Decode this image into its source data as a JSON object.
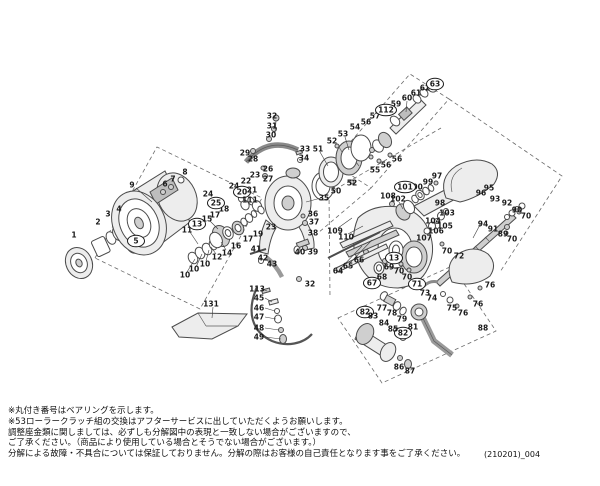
{
  "colors": {
    "background": "#ffffff",
    "line": "#4b4b4b",
    "label": "#1b1b1b"
  },
  "footer": {
    "notes": [
      "※丸付き番号はベアリングを示します。",
      "※53ローラークラッチ組の交換はアフターサービスに出していただくようお願いします。",
      "調整座金類に関しましては、必ずしも分解図中の表現と一致しない場合がございますので、",
      "ご了承ください。（商品により使用している場合とそうでない場合がございます。）",
      "分解による故障・不具合については保証しておりません。分解の際はお客様の自己責任となります事をご了承ください。"
    ],
    "code": "(210201)_004"
  },
  "diagram": {
    "bearing_legend": "circled numbers are bearings",
    "labels": [
      [
        "1",
        74,
        235,
        0
      ],
      [
        "2",
        98,
        222,
        0
      ],
      [
        "3",
        108,
        214,
        0
      ],
      [
        "4",
        119,
        209,
        0
      ],
      [
        "5",
        136,
        241,
        1
      ],
      [
        "6",
        165,
        184,
        0
      ],
      [
        "7",
        173,
        179,
        0
      ],
      [
        "8",
        185,
        172,
        0
      ],
      [
        "9",
        132,
        185,
        0
      ],
      [
        "10",
        185,
        275,
        0
      ],
      [
        "10",
        194,
        269,
        0
      ],
      [
        "10",
        205,
        264,
        0
      ],
      [
        "11",
        187,
        230,
        0
      ],
      [
        "12",
        217,
        257,
        0
      ],
      [
        "13",
        197,
        224,
        1
      ],
      [
        "14",
        227,
        253,
        0
      ],
      [
        "15",
        207,
        219,
        0
      ],
      [
        "16",
        236,
        246,
        0
      ],
      [
        "17",
        215,
        215,
        0
      ],
      [
        "17",
        248,
        239,
        0
      ],
      [
        "18",
        224,
        209,
        0
      ],
      [
        "19",
        258,
        234,
        0
      ],
      [
        "20",
        242,
        192,
        1
      ],
      [
        "21",
        252,
        190,
        0
      ],
      [
        "22",
        246,
        181,
        0
      ],
      [
        "23",
        255,
        175,
        0
      ],
      [
        "23",
        271,
        227,
        0
      ],
      [
        "24",
        208,
        194,
        0
      ],
      [
        "24",
        234,
        186,
        0
      ],
      [
        "25",
        216,
        203,
        1
      ],
      [
        "26",
        268,
        169,
        0
      ],
      [
        "27",
        268,
        179,
        0
      ],
      [
        "28",
        253,
        159,
        0
      ],
      [
        "29",
        245,
        153,
        0
      ],
      [
        "30",
        271,
        135,
        0
      ],
      [
        "31",
        272,
        126,
        0
      ],
      [
        "32",
        272,
        116,
        0
      ],
      [
        "32",
        310,
        284,
        0
      ],
      [
        "33",
        305,
        149,
        0
      ],
      [
        "34",
        304,
        158,
        0
      ],
      [
        "35",
        324,
        198,
        0
      ],
      [
        "36",
        313,
        214,
        0
      ],
      [
        "37",
        314,
        222,
        0
      ],
      [
        "38",
        313,
        233,
        0
      ],
      [
        "39",
        313,
        252,
        0
      ],
      [
        "40",
        300,
        252,
        0
      ],
      [
        "41",
        256,
        249,
        0
      ],
      [
        "42",
        263,
        258,
        0
      ],
      [
        "43",
        272,
        264,
        0
      ],
      [
        "45",
        259,
        298,
        0
      ],
      [
        "46",
        259,
        308,
        0
      ],
      [
        "47",
        259,
        317,
        0
      ],
      [
        "48",
        259,
        328,
        0
      ],
      [
        "49",
        259,
        337,
        0
      ],
      [
        "50",
        336,
        191,
        0
      ],
      [
        "51",
        318,
        149,
        0
      ],
      [
        "52",
        332,
        141,
        0
      ],
      [
        "52",
        352,
        183,
        0
      ],
      [
        "53",
        343,
        134,
        0
      ],
      [
        "54",
        355,
        127,
        0
      ],
      [
        "55",
        375,
        170,
        0
      ],
      [
        "56",
        366,
        122,
        0
      ],
      [
        "56",
        386,
        165,
        0
      ],
      [
        "56",
        397,
        159,
        0
      ],
      [
        "57",
        375,
        116,
        0
      ],
      [
        "59",
        396,
        104,
        0
      ],
      [
        "60",
        407,
        98,
        0
      ],
      [
        "61",
        416,
        93,
        0
      ],
      [
        "62",
        425,
        88,
        0
      ],
      [
        "63",
        435,
        84,
        1
      ],
      [
        "64",
        338,
        271,
        0
      ],
      [
        "65",
        348,
        266,
        0
      ],
      [
        "66",
        359,
        260,
        0
      ],
      [
        "67",
        372,
        283,
        1
      ],
      [
        "68",
        382,
        277,
        0
      ],
      [
        "69",
        389,
        267,
        0
      ],
      [
        "13",
        394,
        258,
        1
      ],
      [
        "70",
        399,
        271,
        0
      ],
      [
        "70",
        407,
        277,
        0
      ],
      [
        "70",
        447,
        251,
        0
      ],
      [
        "70",
        526,
        216,
        0
      ],
      [
        "70",
        512,
        239,
        0
      ],
      [
        "71",
        417,
        284,
        1
      ],
      [
        "72",
        459,
        256,
        0
      ],
      [
        "73",
        425,
        293,
        0
      ],
      [
        "74",
        432,
        298,
        0
      ],
      [
        "75",
        452,
        308,
        0
      ],
      [
        "76",
        490,
        285,
        0
      ],
      [
        "76",
        478,
        304,
        0
      ],
      [
        "76",
        463,
        313,
        0
      ],
      [
        "77",
        382,
        308,
        0
      ],
      [
        "78",
        392,
        313,
        0
      ],
      [
        "79",
        402,
        319,
        0
      ],
      [
        "81",
        413,
        327,
        0
      ],
      [
        "82",
        365,
        312,
        1
      ],
      [
        "82",
        403,
        333,
        1
      ],
      [
        "83",
        373,
        316,
        0
      ],
      [
        "84",
        384,
        323,
        0
      ],
      [
        "85",
        393,
        329,
        0
      ],
      [
        "86",
        399,
        367,
        0
      ],
      [
        "87",
        410,
        371,
        0
      ],
      [
        "88",
        483,
        328,
        0
      ],
      [
        "89",
        503,
        234,
        0
      ],
      [
        "90",
        517,
        210,
        0
      ],
      [
        "91",
        493,
        229,
        0
      ],
      [
        "92",
        507,
        203,
        0
      ],
      [
        "93",
        495,
        199,
        0
      ],
      [
        "94",
        483,
        224,
        0
      ],
      [
        "95",
        489,
        188,
        0
      ],
      [
        "96",
        481,
        193,
        0
      ],
      [
        "97",
        437,
        176,
        0
      ],
      [
        "98",
        440,
        203,
        0
      ],
      [
        "99",
        428,
        182,
        0
      ],
      [
        "100",
        415,
        187,
        0
      ],
      [
        "101",
        405,
        187,
        1
      ],
      [
        "102",
        398,
        199,
        0
      ],
      [
        "103",
        447,
        213,
        0
      ],
      [
        "104",
        433,
        221,
        0
      ],
      [
        "105",
        445,
        226,
        0
      ],
      [
        "106",
        436,
        231,
        0
      ],
      [
        "107",
        424,
        238,
        0
      ],
      [
        "108",
        388,
        196,
        0
      ],
      [
        "109",
        335,
        231,
        0
      ],
      [
        "110",
        346,
        237,
        0
      ],
      [
        "111",
        250,
        200,
        0
      ],
      [
        "112",
        386,
        110,
        1
      ],
      [
        "113",
        257,
        289,
        0
      ],
      [
        "131",
        211,
        304,
        0
      ]
    ],
    "leaders": [
      [
        136,
        188,
        152,
        202
      ],
      [
        321,
        198,
        306,
        202
      ],
      [
        187,
        272,
        195,
        259
      ],
      [
        196,
        267,
        202,
        254
      ],
      [
        206,
        261,
        209,
        250
      ],
      [
        190,
        232,
        198,
        244
      ],
      [
        216,
        254,
        211,
        247
      ],
      [
        226,
        250,
        221,
        242
      ],
      [
        210,
        221,
        218,
        229
      ],
      [
        407,
        101,
        406,
        112
      ],
      [
        345,
        137,
        349,
        150
      ],
      [
        320,
        152,
        328,
        166
      ],
      [
        213,
        307,
        212,
        318
      ],
      [
        341,
        268,
        362,
        246
      ],
      [
        350,
        263,
        372,
        240
      ],
      [
        338,
        228,
        352,
        218
      ],
      [
        348,
        234,
        363,
        226
      ],
      [
        399,
        202,
        403,
        209
      ],
      [
        482,
        221,
        473,
        238
      ],
      [
        265,
        298,
        272,
        302
      ],
      [
        265,
        308,
        275,
        311
      ],
      [
        265,
        317,
        276,
        319
      ],
      [
        265,
        328,
        279,
        330
      ],
      [
        265,
        337,
        281,
        339
      ],
      [
        262,
        289,
        267,
        291
      ]
    ]
  }
}
